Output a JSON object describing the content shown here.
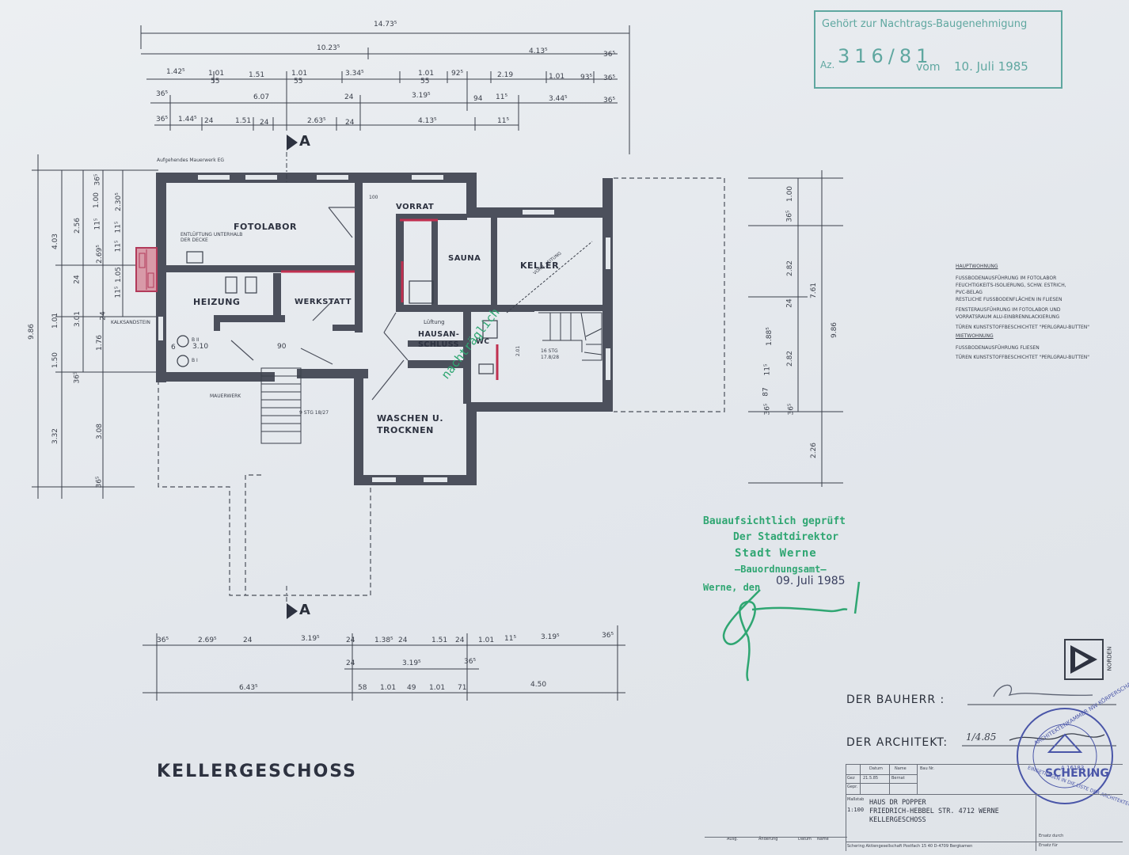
{
  "drawing": {
    "title": "KELLERGESCHOSS",
    "section_marker": "A",
    "top_dims": {
      "row1": [
        "14.73⁵"
      ],
      "row2": [
        "10.23⁵",
        "4.13⁵",
        "36⁵"
      ],
      "row3": [
        "1.42⁵",
        "1.01",
        "55",
        "1.51",
        "1.01",
        "55",
        "3.34⁵",
        "1.01",
        "55",
        "92⁵",
        "2.19",
        "1.01",
        "93⁵",
        "36⁵"
      ],
      "row4": [
        "36⁵",
        "6.07",
        "24",
        "3.19⁵",
        "94",
        "11⁵",
        "3.44⁵",
        "36⁵"
      ],
      "row5": [
        "36⁵",
        "1.44⁵",
        "24",
        "1.51",
        "24",
        "2.63⁵",
        "24",
        "4.13⁵",
        "11⁵"
      ]
    },
    "bottom_dims": {
      "row1": [
        "36⁵",
        "2.69⁵",
        "24",
        "3.19⁵",
        "24",
        "1.38⁵",
        "24",
        "1.51",
        "24",
        "1.01",
        "11⁵",
        "3.19⁵",
        "36⁵"
      ],
      "row2": [
        "24",
        "3.19⁵",
        "36⁵"
      ],
      "row3": [
        "6.43⁵",
        "58",
        "1.01",
        "49",
        "1.01",
        "71",
        "4.50"
      ]
    },
    "left_dims": [
      "9.86",
      "4.03",
      "2.56",
      "36⁵",
      "1.00",
      "2.30⁵",
      "11⁵",
      "2.69⁵",
      "11⁵",
      "1.05",
      "24",
      "1.01",
      "3.01",
      "1.50",
      "1.76",
      "36⁵",
      "3.32",
      "3.08",
      "36⁵",
      "24",
      "11⁵",
      "11⁵"
    ],
    "right_dims": [
      "1.00",
      "36⁵",
      "2.82",
      "7.61",
      "9.86",
      "24",
      "1.88⁵",
      "11⁵",
      "2.82",
      "87",
      "36⁵",
      "36⁵",
      "2.26"
    ],
    "rooms": {
      "fotolabor": "FOTOLABOR",
      "fotolabor_note1": "ENTLÜFTUNG UNTERHALB",
      "fotolabor_note2": "DER DECKE",
      "vorrat": "VORRAT",
      "sauna": "SAUNA",
      "keller": "KELLER",
      "heizung": "HEIZUNG",
      "werkstatt": "WERKSTATT",
      "hausanschluss": "HAUSAN-\nSCHLUSS",
      "wc": "WC",
      "waschen": "WASCHEN U.\nTROCKNEN",
      "lueftung": "Lüftung"
    },
    "labels": {
      "aufgehendes": "Aufgehendes Mauerwerk EG",
      "kalksandstein": "KALKSANDSTEIN",
      "mauerwerk": "MAUERWERK",
      "treppe_aussen": "9 STG 18/27",
      "treppe_innen": "16 STG\n17.8/28",
      "vorh_leitung": "VORH. LEITUNG",
      "b2": "B II",
      "b1": "B I",
      "d310": "3.10",
      "d90": "90",
      "d6": "6",
      "d100": "100",
      "d201": "2.01"
    },
    "green_diag": "nachträglich"
  },
  "stamp_top": {
    "line1": "Gehört zur Nachtrags-Baugenehmigung",
    "az_prefix": "Az.",
    "az_number": "316/81",
    "vom": "vom",
    "date": "10. Juli 1985"
  },
  "stamp_approval": {
    "line1": "Bauaufsichtlich geprüft",
    "line2": "Der Stadtdirektor",
    "line3": "Stadt Werne",
    "line4": "–Bauordnungsamt–",
    "line5_prefix": "Werne, den",
    "line5_date": "09. Juli 1985"
  },
  "notes": {
    "h1": "HAUPTWOHNUNG",
    "l1": "FUSSBODENAUSFÜHRUNG IM FOTOLABOR",
    "l2": "FEUCHTIGKEITS-ISOLIERUNG, SCHW. ESTRICH,",
    "l3": "PVC-BELAG",
    "l4": "RESTLICHE FUSSBODENFLÄCHEN IN FLIESEN",
    "l5": "FENSTERAUSFÜHRUNG IM FOTOLABOR UND",
    "l6": "VORRATSRAUM ALU-EINBRENNLACKIERUNG",
    "l7": "TÜREN KUNSTSTOFFBESCHICHTET \"PERLGRAU-BUTTEN\"",
    "h2": "MIETWOHNUNG",
    "l8": "FUSSBODENAUSFÜHRUNG FLIESEN",
    "l9": "TÜREN KUNSTSTOFFBESCHICHTET \"PERLGRAU-BUTTEN\""
  },
  "signatures": {
    "bauherr": "DER BAUHERR :",
    "architekt": "DER ARCHITEKT:",
    "architekt_date": "1/4.85"
  },
  "north": {
    "label": "NORDEN"
  },
  "title_block": {
    "datum_hdr": "Datum",
    "name_hdr": "Name",
    "gez": "Gez",
    "gez_date": "21.5.85",
    "gez_name": "Bernat",
    "gepr": "Gepr.",
    "bau_nr": "Bau Nr.",
    "massstab_label": "Maßstab",
    "massstab": "1:100",
    "line1": "HAUS DR POPPER",
    "line2": "FRIEDRICH-HEBBEL STR. 4712 WERNE",
    "line3": "KELLERGESCHOSS",
    "company": "SCHERING",
    "footer": "Schering Aktiengesellschaft  Postfach 15 40  D-4709 Bergkamen",
    "aenderung": "Änderung",
    "ausg": "Ausg.",
    "datum2": "Datum",
    "name2": "Name",
    "ersatz_durch": "Ersatz durch",
    "ersatz_fuer": "Ersatz für",
    "seal_text": "ARCHITEKTENKAMMER NW KÖRPERSCHAFT ÖFF. RECHTS",
    "seal_number": "A 16183",
    "seal_ring": "EINGETRAGEN IN DIE LISTE DER ARCHITEKTEN"
  }
}
